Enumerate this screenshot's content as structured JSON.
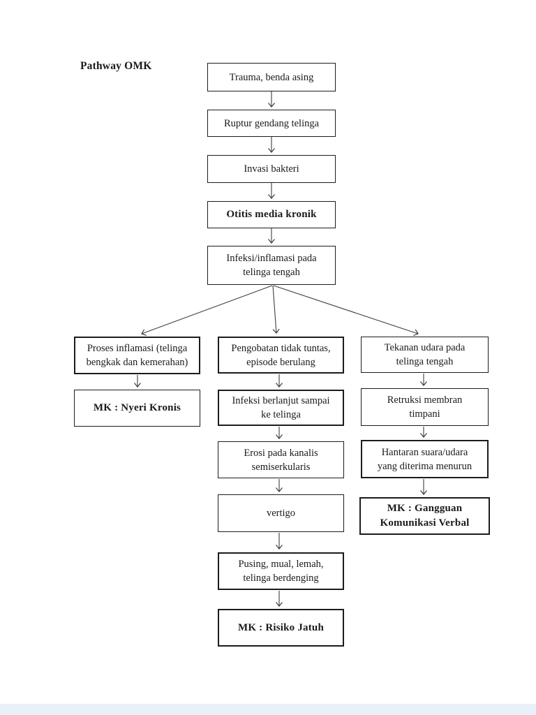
{
  "diagram": {
    "title": "Pathway OMK",
    "nodes": {
      "trauma": {
        "text": "Trauma, benda asing"
      },
      "ruptur": {
        "text": "Ruptur gendang telinga"
      },
      "invasi": {
        "text": "Invasi bakteri"
      },
      "otitis": {
        "text": "Otitis media kronik"
      },
      "infeksi_inflamasi": {
        "text": "Infeksi/inflamasi pada\ntelinga tengah"
      },
      "proses_inflamasi": {
        "text": "Proses inflamasi (telinga\nbengkak dan kemerahan)"
      },
      "mk_nyeri": {
        "text": "MK : Nyeri Kronis"
      },
      "pengobatan": {
        "text": "Pengobatan tidak tuntas,\nepisode berulang"
      },
      "infeksi_berlanjut": {
        "text": "Infeksi berlanjut sampai\nke telinga"
      },
      "erosi": {
        "text": "Erosi pada kanalis\nsemiserkularis"
      },
      "vertigo": {
        "text": "vertigo"
      },
      "pusing": {
        "text": "Pusing, mual, lemah,\ntelinga berdenging"
      },
      "mk_risiko": {
        "text": "MK : Risiko Jatuh"
      },
      "tekanan": {
        "text": "Tekanan udara pada\ntelinga tengah"
      },
      "retruksi": {
        "text": "Retruksi membran\ntimpani"
      },
      "hantaran": {
        "text": "Hantaran suara/udara\nyang diterima menurun"
      },
      "mk_gangguan": {
        "text": "MK : Gangguan\nKomunikasi Verbal"
      }
    },
    "edges": [
      {
        "from": "trauma",
        "to": "ruptur"
      },
      {
        "from": "ruptur",
        "to": "invasi"
      },
      {
        "from": "invasi",
        "to": "otitis"
      },
      {
        "from": "otitis",
        "to": "infeksi_inflamasi"
      },
      {
        "from": "infeksi_inflamasi",
        "to": "proses_inflamasi"
      },
      {
        "from": "infeksi_inflamasi",
        "to": "pengobatan"
      },
      {
        "from": "infeksi_inflamasi",
        "to": "tekanan"
      },
      {
        "from": "proses_inflamasi",
        "to": "mk_nyeri"
      },
      {
        "from": "pengobatan",
        "to": "infeksi_berlanjut"
      },
      {
        "from": "infeksi_berlanjut",
        "to": "erosi"
      },
      {
        "from": "erosi",
        "to": "vertigo"
      },
      {
        "from": "vertigo",
        "to": "pusing"
      },
      {
        "from": "pusing",
        "to": "mk_risiko"
      },
      {
        "from": "tekanan",
        "to": "retruksi"
      },
      {
        "from": "retruksi",
        "to": "hantaran"
      },
      {
        "from": "hantaran",
        "to": "mk_gangguan"
      }
    ],
    "colors": {
      "box_border": "#1c1c1c",
      "arrow": "#3d3d3d",
      "page_background": "#ffffff",
      "bottom_bar": "#e9f0f7"
    }
  }
}
